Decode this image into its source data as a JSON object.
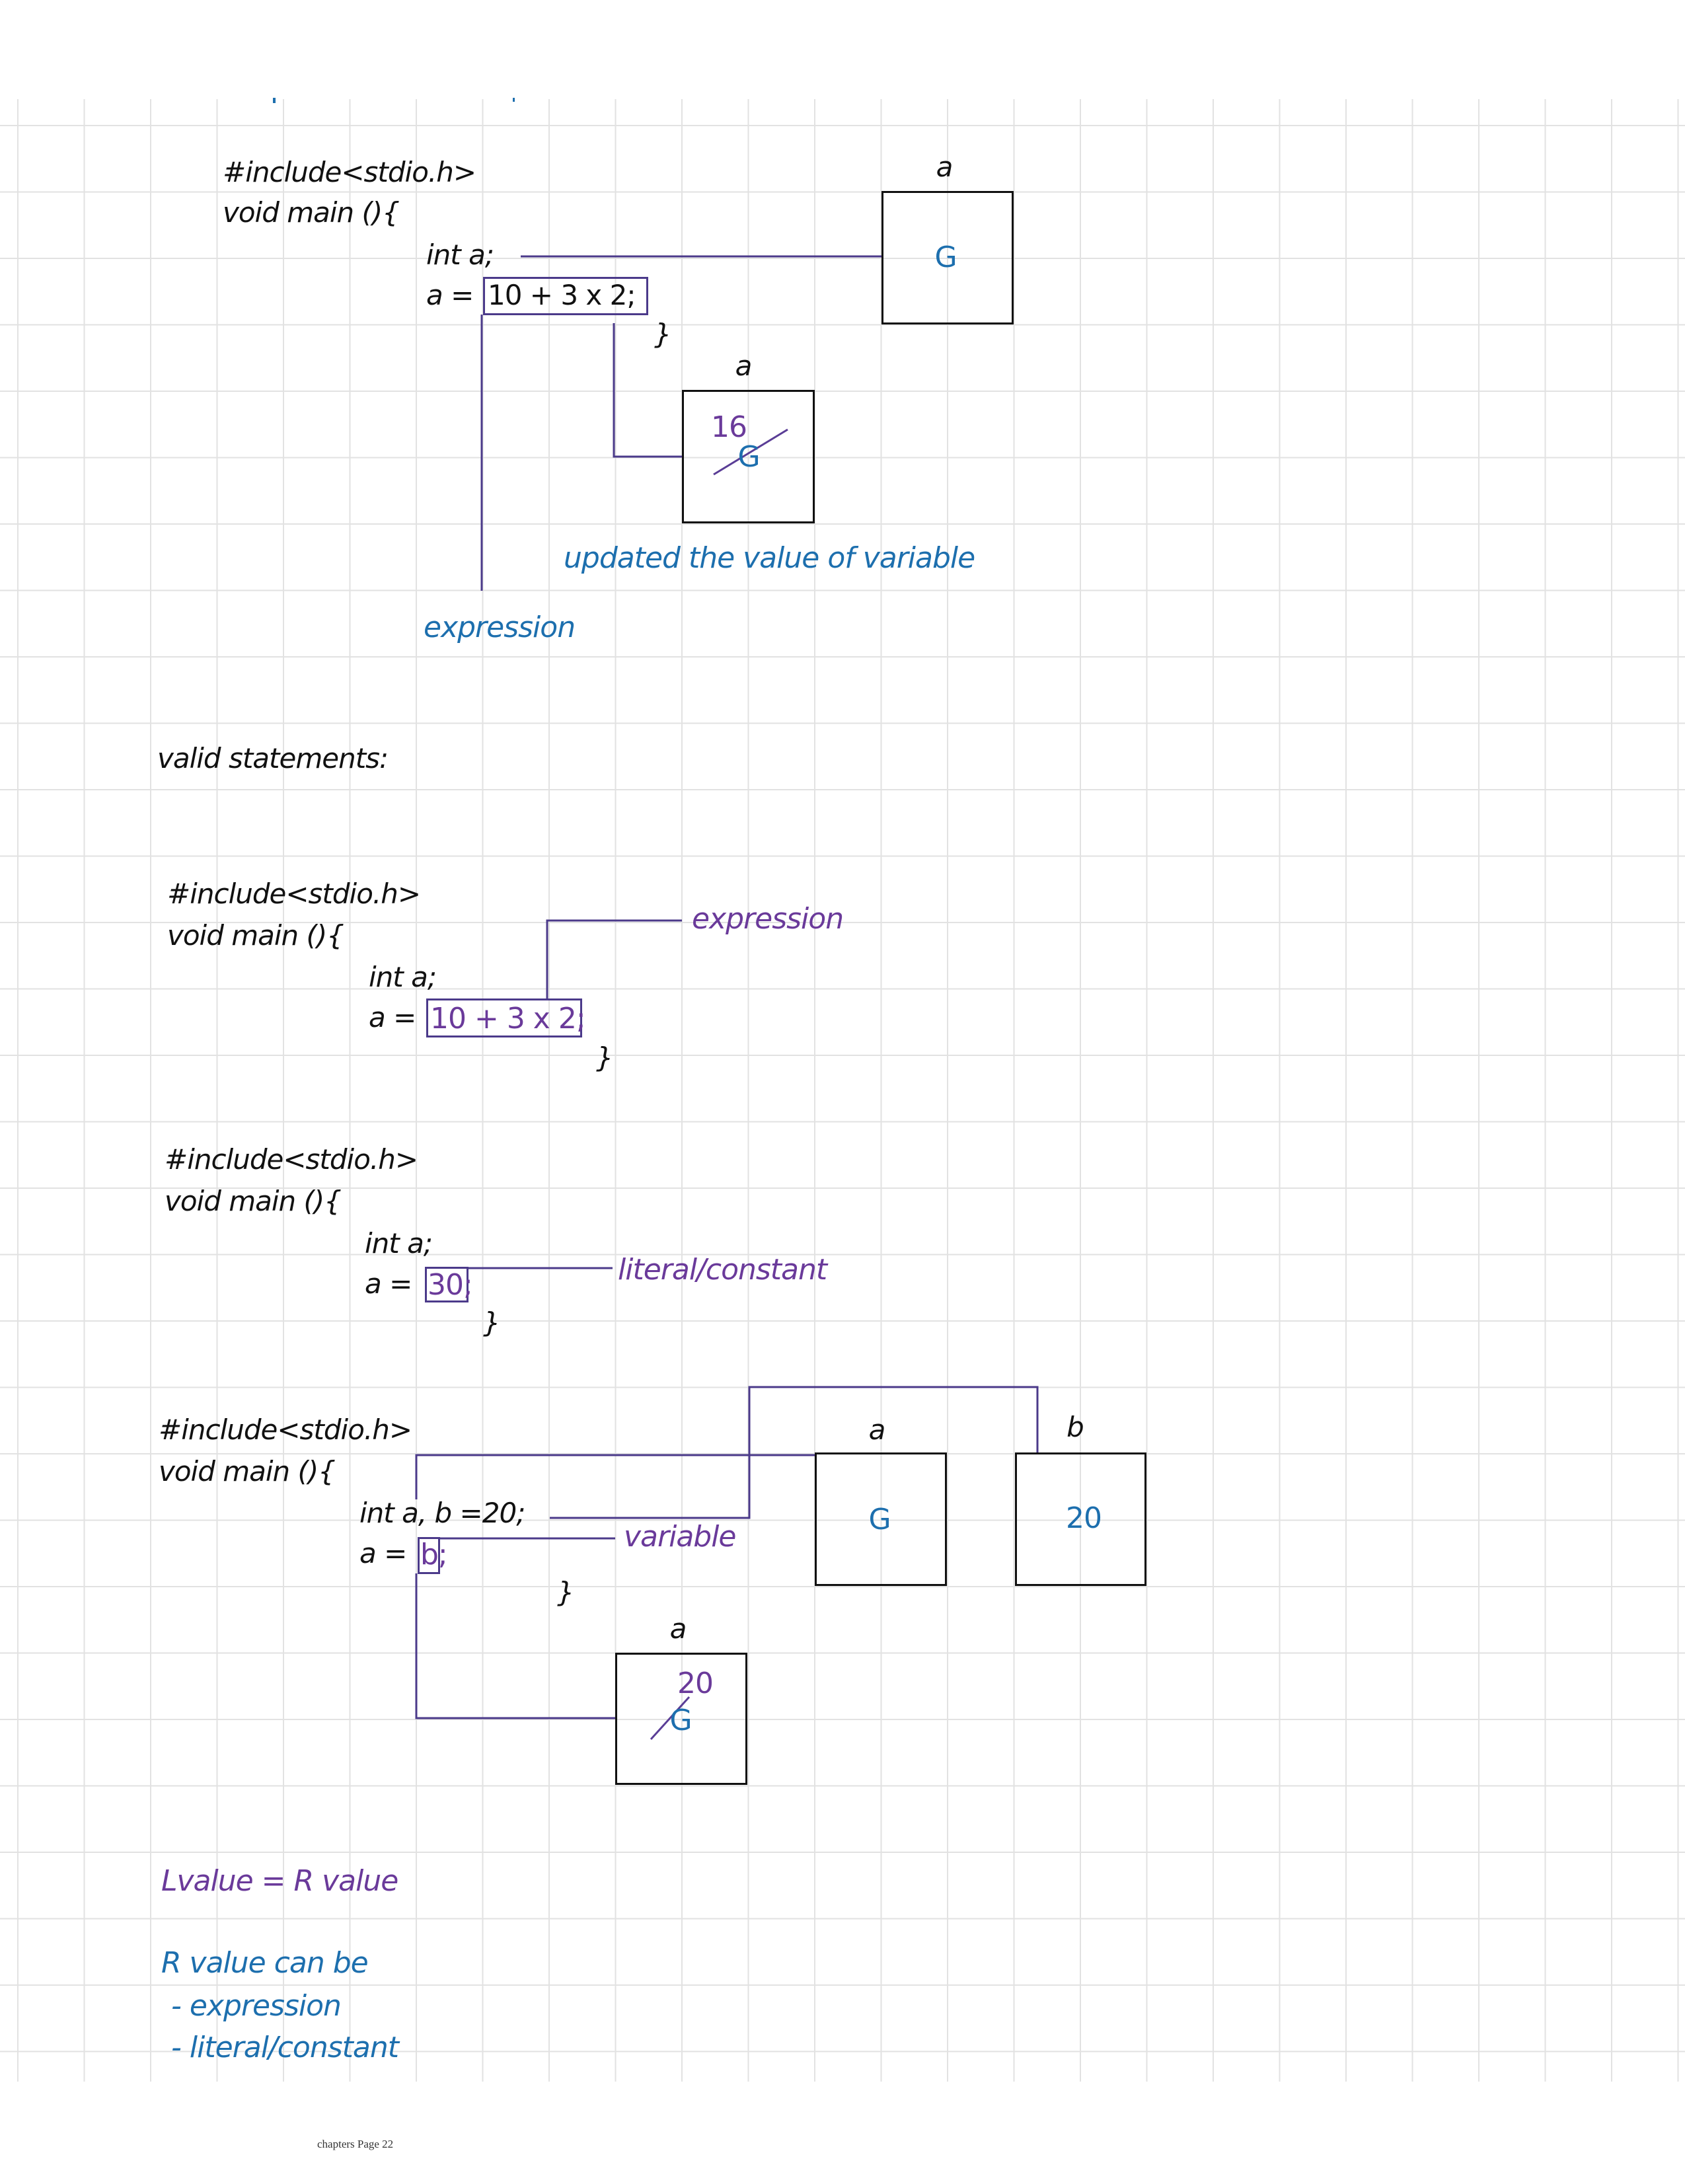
{
  "page": {
    "footer": "chapters Page 22"
  },
  "colors": {
    "ink": "#111111",
    "blue": "#1d6fae",
    "purple": "#6a3a9a",
    "connector": "#4b3a8a",
    "grid": "#e2e2e2"
  },
  "section1": {
    "include": "#include<stdio.h>",
    "main": "void main (){",
    "decl": "int a;",
    "assign_lhs": "a =",
    "assign_rhs": "10 + 3 x 2;",
    "close": "}",
    "box_initial": {
      "label": "a",
      "value": "G"
    },
    "box_updated": {
      "label": "a",
      "new_value": "16",
      "old_value": "G"
    },
    "note_updated": "updated the value of variable",
    "note_expression": "expression"
  },
  "heading": "valid statements:",
  "section2": {
    "include": "#include<stdio.h>",
    "main": "void main (){",
    "decl": "int a;",
    "assign_lhs": "a =",
    "assign_rhs": "10 + 3 x 2;",
    "close": "}",
    "annotation": "expression"
  },
  "section3": {
    "include": "#include<stdio.h>",
    "main": "void main (){",
    "decl": "int a;",
    "assign_lhs": "a =",
    "assign_rhs": "30;",
    "close": "}",
    "annotation": "literal/constant"
  },
  "section4": {
    "include": "#include<stdio.h>",
    "main": "void main (){",
    "decl": "int a, b =20;",
    "assign_lhs": "a =",
    "assign_rhs": "b;",
    "close": "}",
    "annotation": "variable",
    "box_a": {
      "label": "a",
      "value": "G"
    },
    "box_b": {
      "label": "b",
      "value": "20"
    },
    "box_updated": {
      "label": "a",
      "new_value": "20",
      "old_value": "G"
    }
  },
  "notes": {
    "lvalue": "Lvalue = R value",
    "rvalue_heading": "R value can be",
    "items": [
      "- expression",
      "- literal/constant"
    ]
  }
}
